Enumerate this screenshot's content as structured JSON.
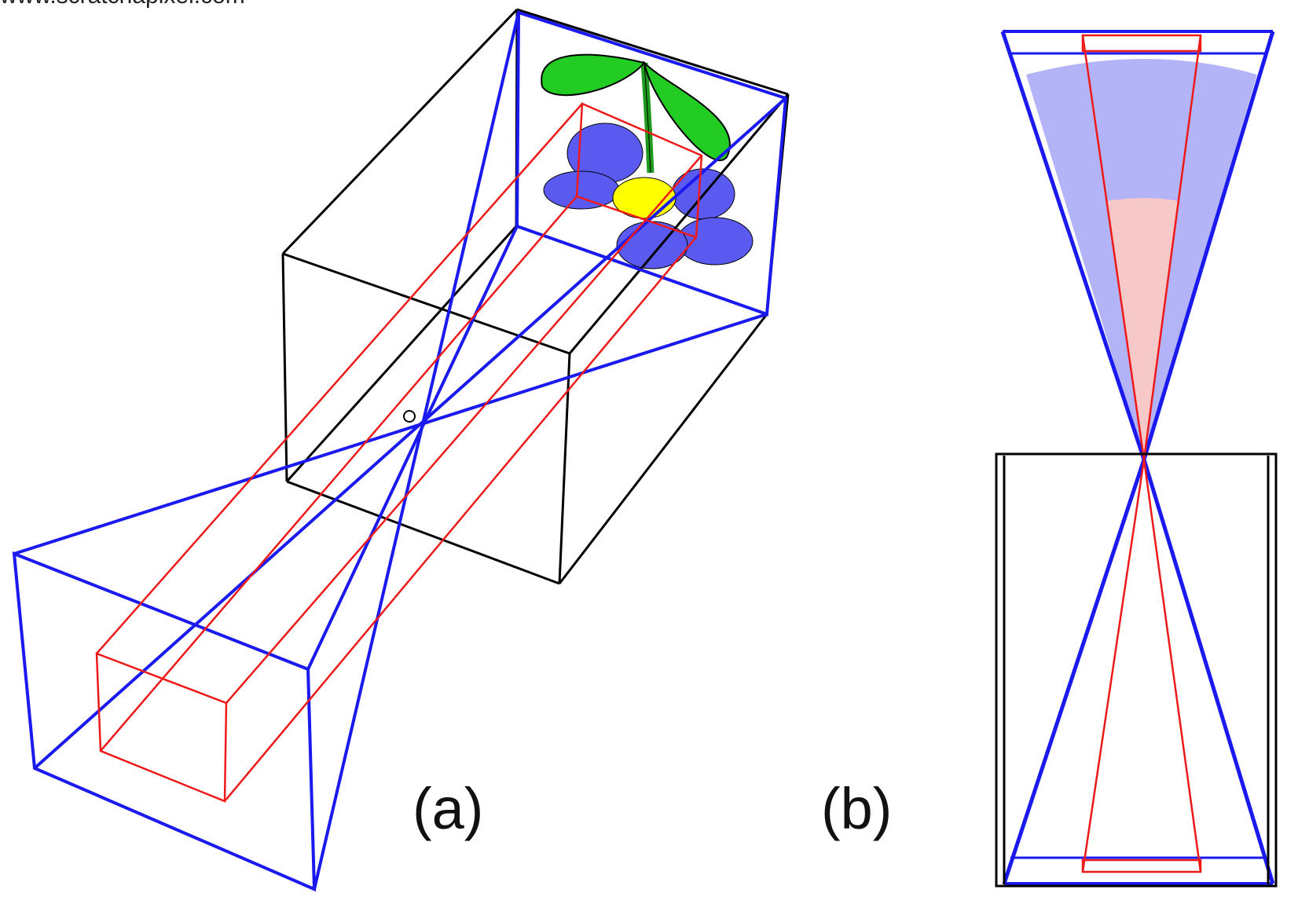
{
  "watermark": "www.scratchapixel.com",
  "panels": {
    "a": {
      "label": "(a)"
    },
    "b": {
      "label": "(b)"
    }
  },
  "colors": {
    "box_outline": "#000000",
    "blue_frustum": "#1a1aee",
    "red_frustum": "#ee1a1a",
    "leaf": "#22cc22",
    "stem": "#1f9a1f",
    "petal": "#5a5af0",
    "flower_center": "#ffff00",
    "blue_fov_fill": "#b3b3f7",
    "red_fov_fill": "#f7c8c8"
  }
}
